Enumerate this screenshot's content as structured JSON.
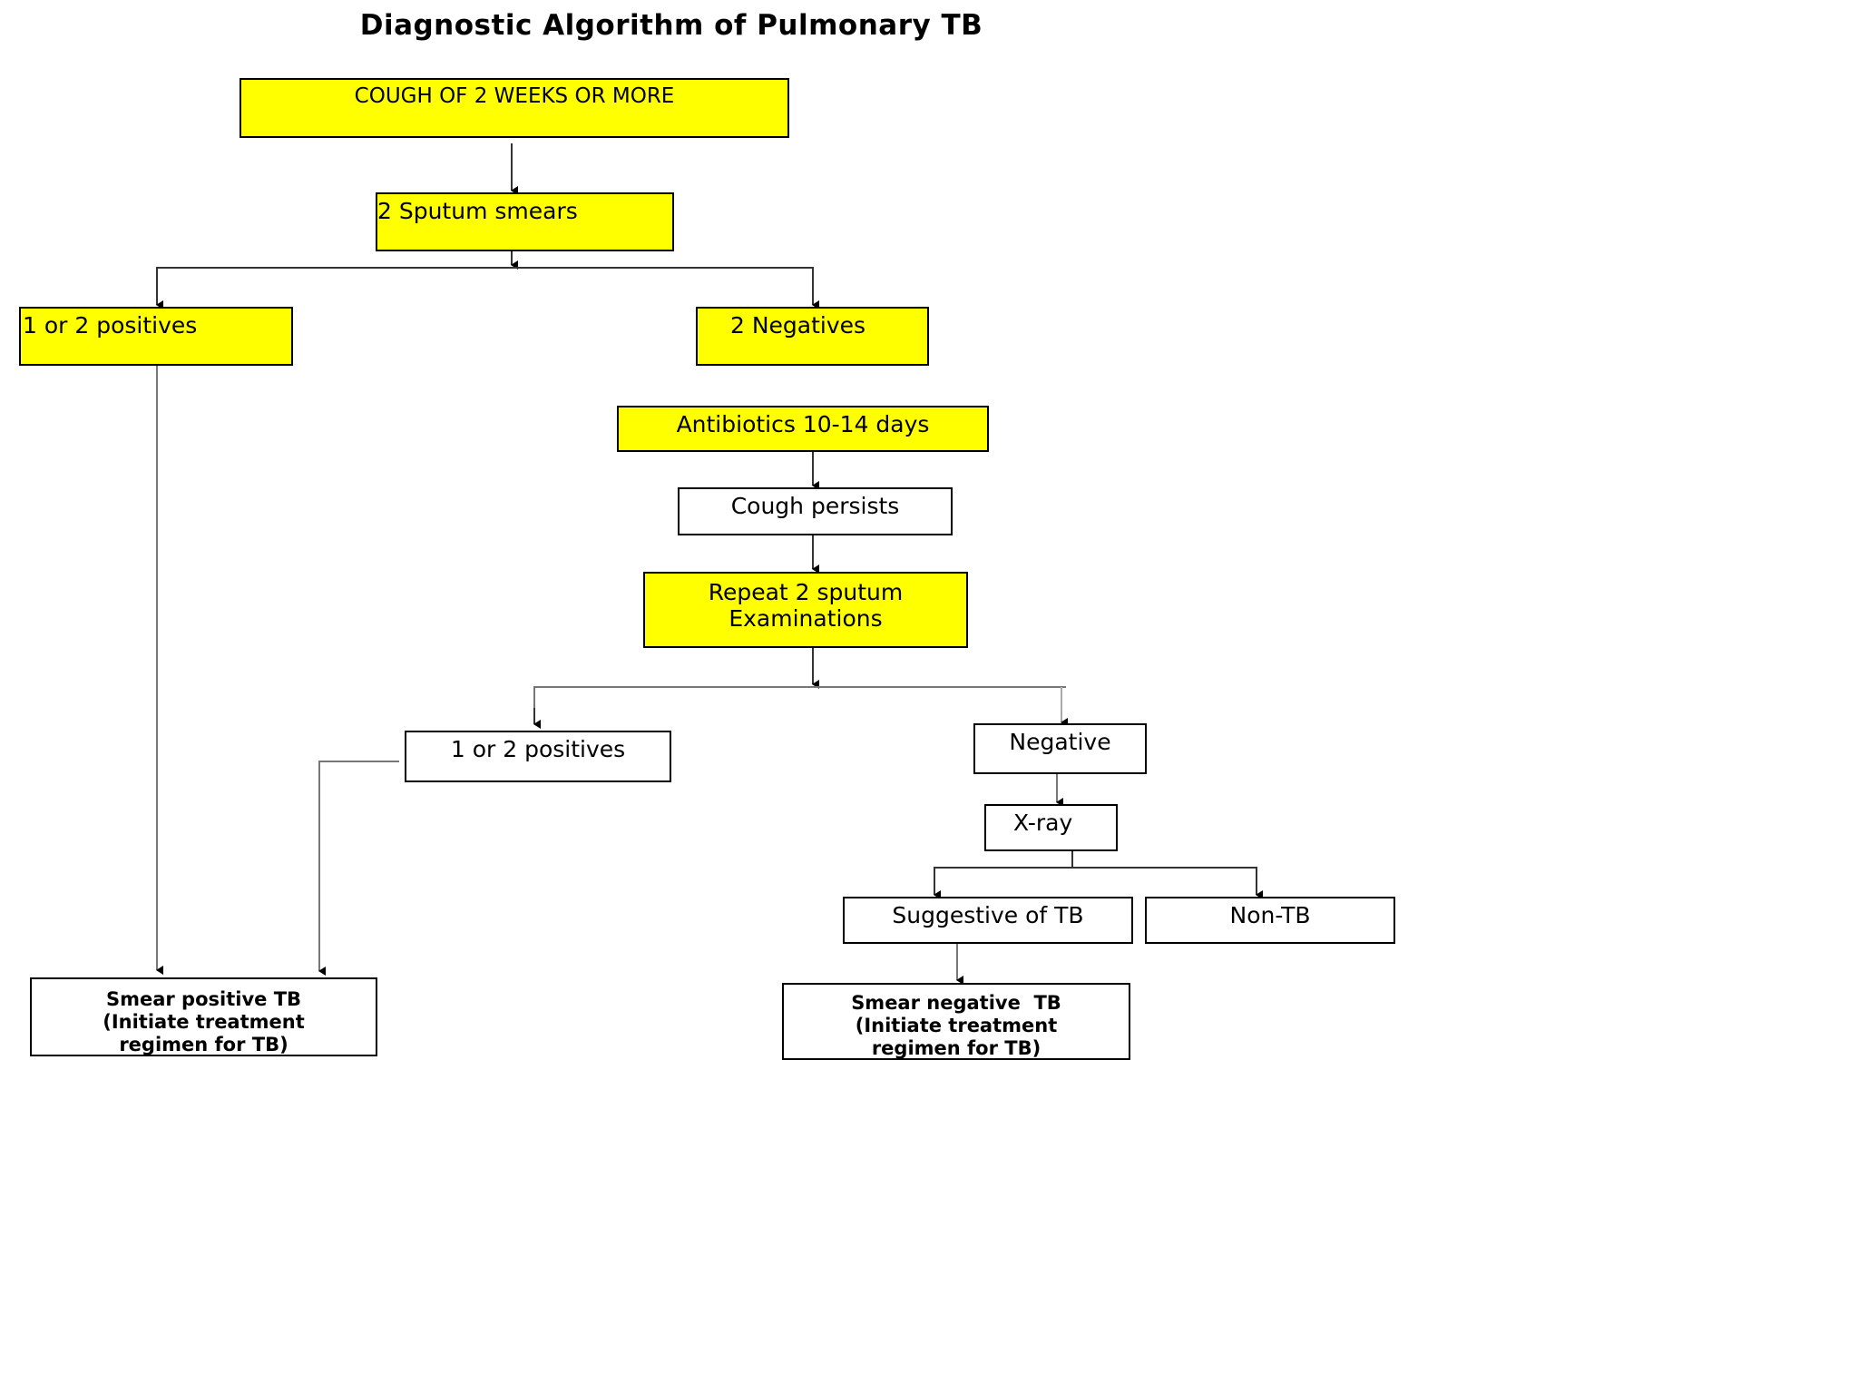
{
  "title": "Diagnostic Algorithm of Pulmonary TB",
  "nodes": {
    "cough": "COUGH OF 2 WEEKS OR MORE",
    "sputum_smears": "2 Sputum smears",
    "positives_first": "1 or 2 positives",
    "negatives_first": "2 Negatives",
    "antibiotics": "Antibiotics 10-14 days",
    "cough_persists": "Cough persists",
    "repeat_sputum": [
      "Repeat 2 sputum",
      "Examinations"
    ],
    "positives_second": "1 or 2 positives",
    "negative_second": "Negative",
    "xray": "X-ray",
    "suggestive_tb": "Suggestive of TB",
    "non_tb": "Non-TB",
    "smear_positive": [
      "Smear positive TB",
      "(Initiate treatment",
      "regimen for TB)"
    ],
    "smear_negative": [
      "Smear negative  TB",
      "(Initiate treatment",
      "regimen for TB)"
    ]
  },
  "colors": {
    "highlight_fill": "#ffff00",
    "plain_fill": "#ffffff",
    "border": "#000000",
    "connector": "#333333"
  }
}
